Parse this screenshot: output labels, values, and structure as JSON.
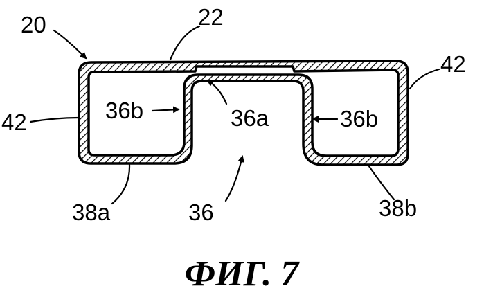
{
  "figure": {
    "caption": "ФИГ. 7",
    "labels": {
      "ref_20": "20",
      "ref_22": "22",
      "ref_42_left": "42",
      "ref_42_right": "42",
      "ref_36b_left": "36b",
      "ref_36a": "36a",
      "ref_36b_right": "36b",
      "ref_38a": "38a",
      "ref_36": "36",
      "ref_38b": "38b"
    }
  }
}
